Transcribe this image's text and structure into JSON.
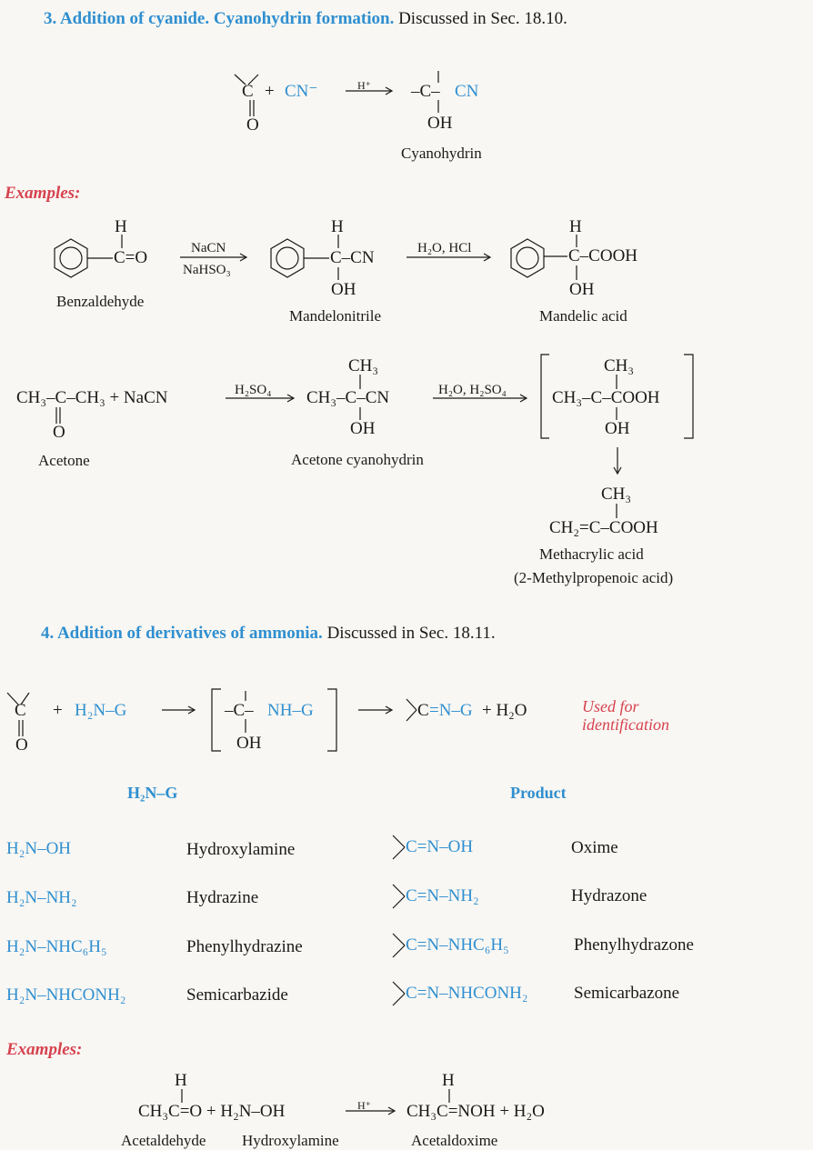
{
  "section3": {
    "number_title": "3. Addition of cyanide. Cyanohydrin formation.",
    "ref": "Discussed in Sec. 18.10.",
    "general": {
      "carbon": "C",
      "plus": "+",
      "cn": "CN⁻",
      "catalyst": "H⁺",
      "oxygen": "O",
      "prod_c": "–C–",
      "prod_cn": "CN",
      "prod_oh": "OH",
      "prod_name": "Cyanohydrin"
    },
    "examples_label": "Examples:",
    "benz": {
      "h": "H",
      "cho": "C=O",
      "reagent_top": "NaCN",
      "reagent_bottom": "NaHSO₃",
      "name": "Benzaldehyde",
      "p1_h": "H",
      "p1_group": "C–CN",
      "p1_oh": "OH",
      "p1_name": "Mandelonitrile",
      "reagent2": "H₂O, HCl",
      "p2_h": "H",
      "p2_group": "C–COOH",
      "p2_oh": "OH",
      "p2_name": "Mandelic acid"
    },
    "acetone": {
      "formula": "CH₃–C–CH₃ + NaCN",
      "o": "O",
      "name": "Acetone",
      "reagent": "H₂SO₄",
      "p1_ch3": "CH₃",
      "p1_formula": "CH₃–C–CN",
      "p1_oh": "OH",
      "p1_name": "Acetone cyanohydrin",
      "reagent2": "H₂O, H₂SO₄",
      "p2_ch3": "CH₃",
      "p2_formula": "CH₃–C–COOH",
      "p2_oh": "OH",
      "p3_ch3": "CH₃",
      "p3_formula": "CH₂=C–COOH",
      "p3_name": "Methacrylic acid",
      "p3_iupac": "(2-Methylpropenoic acid)"
    }
  },
  "section4": {
    "number_title": "4. Addition of derivatives of ammonia.",
    "ref": "Discussed in Sec. 18.11.",
    "general": {
      "carbon": "C",
      "oxygen": "O",
      "plus": "+",
      "reagent": "H₂N–G",
      "int_c": "–C–",
      "int_nhg": "NH–G",
      "int_oh": "OH",
      "prod_c": "C",
      "prod_rest": "=N–G",
      "prod_water": "+ H₂O",
      "note_line1": "Used for",
      "note_line2": "identification"
    },
    "table": {
      "headers": [
        "H₂N–G",
        "Product"
      ],
      "rows": [
        {
          "reagent": "H₂N–OH",
          "reagent_name": "Hydroxylamine",
          "product": "C=N–OH",
          "product_name": "Oxime"
        },
        {
          "reagent": "H₂N–NH₂",
          "reagent_name": "Hydrazine",
          "product": "C=N–NH₂",
          "product_name": "Hydrazone"
        },
        {
          "reagent": "H₂N–NHC₆H₅",
          "reagent_name": "Phenylhydrazine",
          "product": "C=N–NHC₆H₅",
          "product_name": "Phenylhydrazone"
        },
        {
          "reagent": "H₂N–NHCONH₂",
          "reagent_name": "Semicarbazide",
          "product": "C=N–NHCONH₂",
          "product_name": "Semicarbazone"
        }
      ]
    },
    "examples_label": "Examples:",
    "example": {
      "h1": "H",
      "left": "CH₃C=O + H₂N–OH",
      "catalyst": "H⁺",
      "h2": "H",
      "right": "CH₃C=NOH + H₂O",
      "name1": "Acetaldehyde",
      "name2": "Hydroxylamine",
      "name3": "Acetaldoxime"
    }
  }
}
